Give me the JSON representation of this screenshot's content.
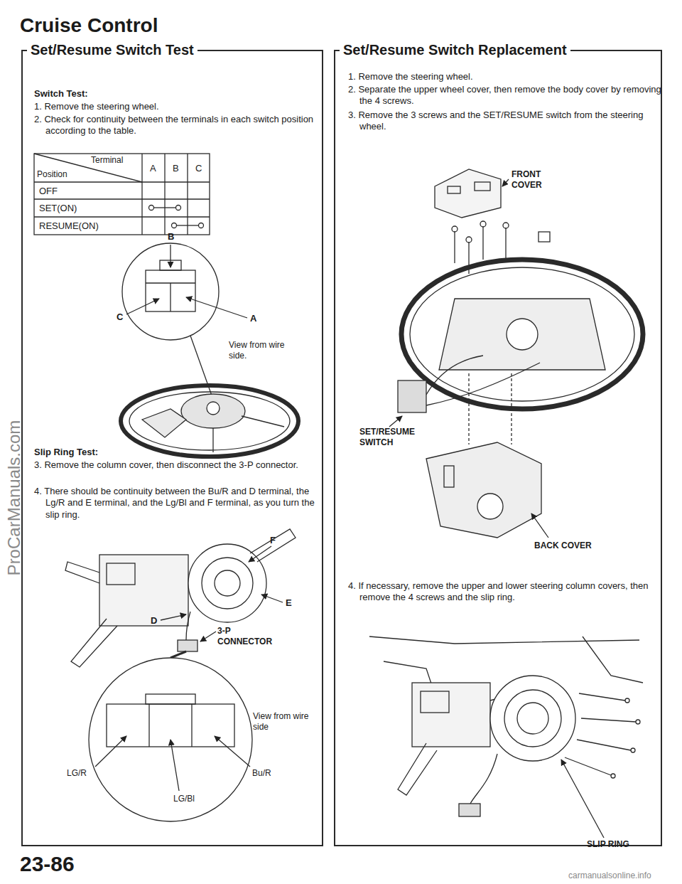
{
  "diagram": {
    "title": "Cruise Control",
    "nodes": [
      {
        "text": [
          "Set/Resume Switch Test"
        ]
      },
      {
        "text": [
          "Set/Resume Switch Replacement"
        ]
      }
    ],
    "labels": [
      "Switch Test:",
      "1. Remove the steering wheel.",
      "2. Check for continuity between the terminals in each switch position according to the table.",
      "Terminal",
      "Position",
      "A",
      "B",
      "C",
      "OFF",
      "SET(ON)",
      "RESUME(ON)",
      "B",
      "A",
      "C",
      "View from wire side.",
      "Slip Ring Test:",
      "3. Remove the column cover, then disconnect the 3-P connector.",
      "4. There should be continuity between the Bu/R and D terminal, the Lg/R and E terminal, and the Lg/Bl and F terminal, as you turn the slip ring.",
      "F",
      "E",
      "D",
      "3-P CONNECTOR",
      "View from wire side",
      "LG/R",
      "Bu/R",
      "LG/Bl",
      "1. Remove the steering wheel.",
      "2. Separate the upper wheel cover, then remove the body cover by removing the 4 screws.",
      "3. Remove the 3 screws and the SET/RESUME switch from the steering wheel.",
      "FRONT COVER",
      "SET/RESUME SWITCH",
      "BACK COVER",
      "4. If necessary, remove the upper and lower steering column covers, then remove the 4 screws and the slip ring.",
      "SLIP RING",
      "23-86",
      "ProCarManuals.com",
      "carmanualsonline.info"
    ]
  }
}
